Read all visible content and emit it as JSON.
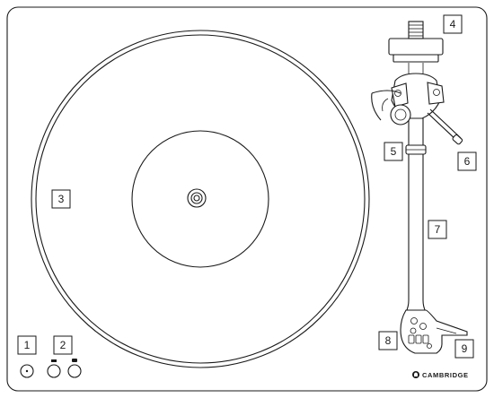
{
  "callouts": [
    {
      "id": "1",
      "label": "1"
    },
    {
      "id": "2",
      "label": "2"
    },
    {
      "id": "3",
      "label": "3"
    },
    {
      "id": "4",
      "label": "4"
    },
    {
      "id": "5",
      "label": "5"
    },
    {
      "id": "6",
      "label": "6"
    },
    {
      "id": "7",
      "label": "7"
    },
    {
      "id": "8",
      "label": "8"
    },
    {
      "id": "9",
      "label": "9"
    }
  ],
  "brand": {
    "name": "CAMBRIDGE",
    "logo_icon": "cambridge-logo-icon"
  },
  "colors": {
    "line": "#1a1a1a",
    "background": "#ffffff"
  }
}
